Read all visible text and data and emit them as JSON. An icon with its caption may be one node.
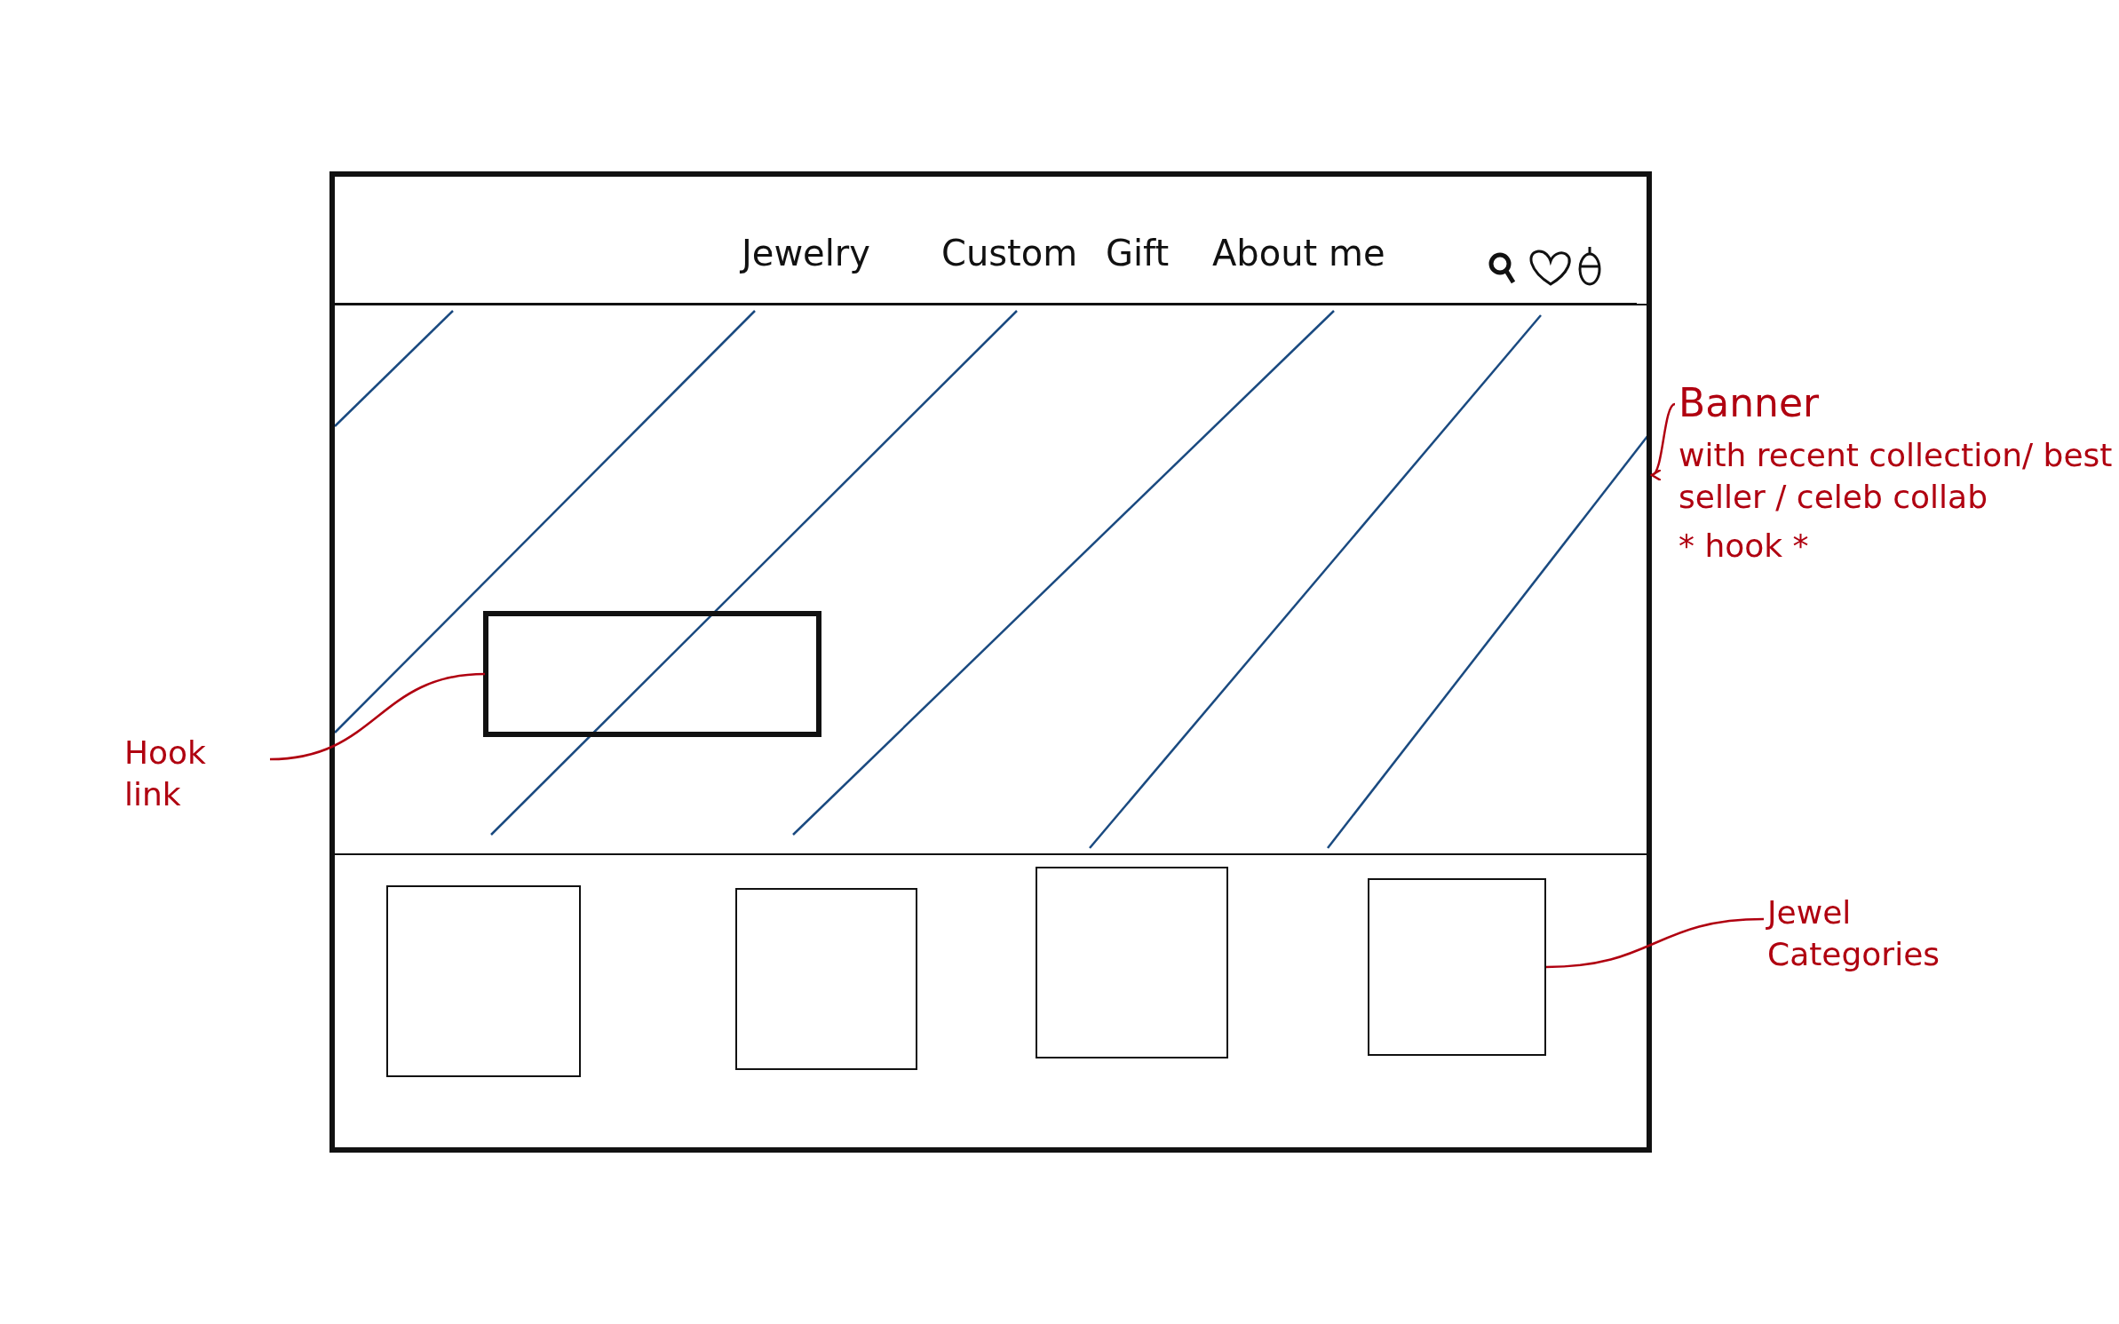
{
  "diagram": {
    "nodes": [
      {
        "text": [],
        "shape": "box"
      },
      {
        "text": [],
        "shape": "box",
        "in": 0
      },
      {
        "text": [],
        "shape": "box",
        "in": 1
      },
      {
        "text": [],
        "shape": "box",
        "in": 0
      },
      {
        "text": [],
        "shape": "box",
        "in": 0
      },
      {
        "text": [],
        "shape": "box",
        "in": 0
      },
      {
        "text": [],
        "shape": "box",
        "in": 0
      },
      {
        "text": [
          "Banner",
          "with recent collection/ best seller / celeb collab",
          "* hook *"
        ]
      },
      {
        "text": [
          "Hook link"
        ]
      },
      {
        "text": [
          "Jewel Categories"
        ]
      }
    ],
    "edges": [
      {
        "from": 7,
        "to": 1,
        "arrow": "to"
      },
      {
        "from": 8,
        "to": 2,
        "arrow": "none"
      },
      {
        "from": 9,
        "to": 6,
        "arrow": "none"
      }
    ],
    "labels": [
      "Jewelry",
      "Custom",
      "Gift",
      "About me"
    ]
  }
}
